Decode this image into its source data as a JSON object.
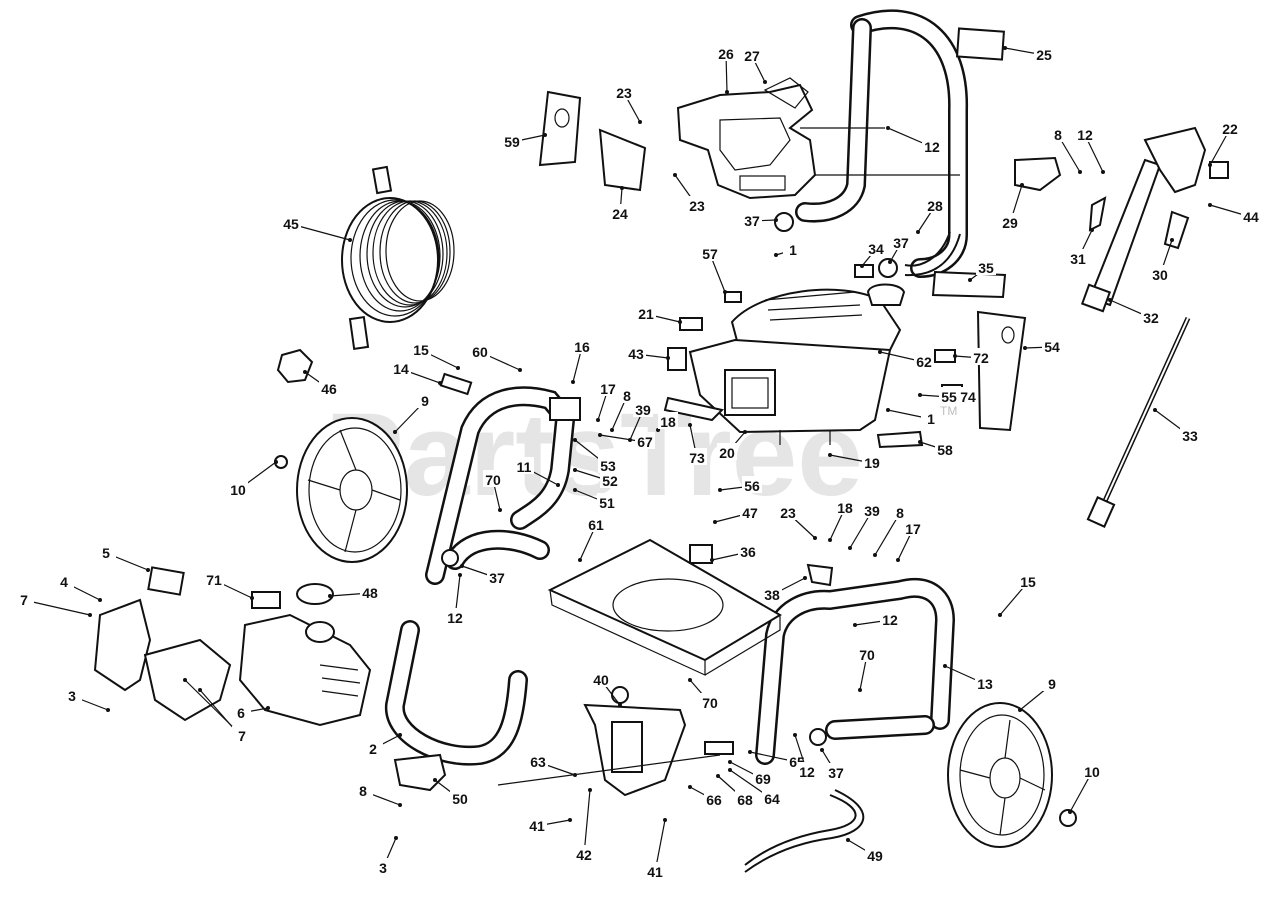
{
  "watermark": {
    "text": "PartsTree",
    "trademark": "TM"
  },
  "callouts": [
    "25",
    "26",
    "27",
    "23",
    "59",
    "12",
    "8",
    "12",
    "22",
    "24",
    "23",
    "37",
    "28",
    "29",
    "44",
    "45",
    "31",
    "30",
    "1",
    "34",
    "37",
    "35",
    "32",
    "57",
    "21",
    "62",
    "54",
    "43",
    "72",
    "15",
    "60",
    "16",
    "14",
    "46",
    "55",
    "74",
    "9",
    "17",
    "8",
    "39",
    "18",
    "1",
    "58",
    "33",
    "73",
    "20",
    "67",
    "19",
    "53",
    "11",
    "52",
    "10",
    "51",
    "70",
    "56",
    "47",
    "23",
    "18",
    "39",
    "8",
    "17",
    "61",
    "36",
    "5",
    "37",
    "12",
    "71",
    "48",
    "38",
    "15",
    "4",
    "7",
    "12",
    "7",
    "70",
    "3",
    "13",
    "9",
    "6",
    "40",
    "70",
    "7",
    "2",
    "65",
    "63",
    "12",
    "37",
    "10",
    "69",
    "8",
    "64",
    "50",
    "66",
    "68",
    "41",
    "42",
    "49",
    "41",
    "3"
  ]
}
